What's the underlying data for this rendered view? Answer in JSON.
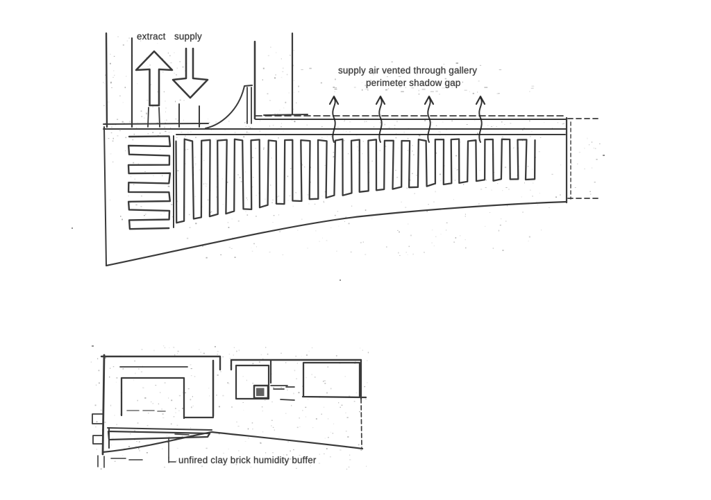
{
  "colors": {
    "background": "#ffffff",
    "ink": "#1f1f1f",
    "label_text": "#3a3a3a"
  },
  "section_sketch": {
    "extract_label": "extract",
    "supply_label": "supply",
    "vent_annotation_line1": "supply air vented through gallery",
    "vent_annotation_line2": "perimeter shadow gap"
  },
  "plan_sketch": {
    "buffer_annotation": "unfired clay brick humidity buffer"
  }
}
